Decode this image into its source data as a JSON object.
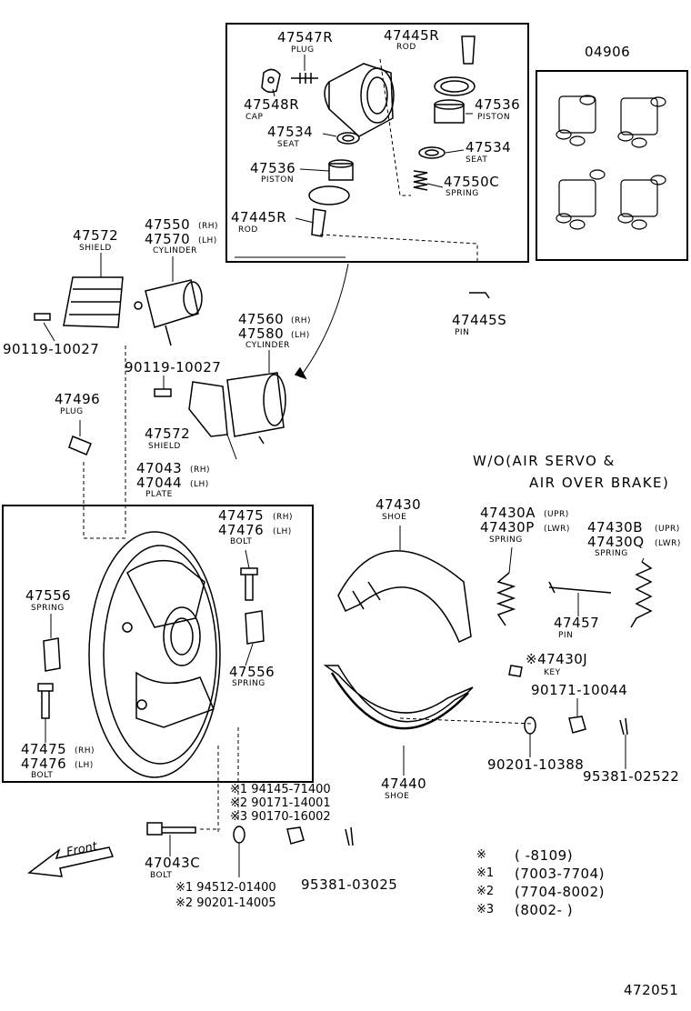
{
  "labels": {
    "p47547R": "47547R",
    "s47547R": "PLUG",
    "p47445R_a": "47445R",
    "s47445R_a": "ROD",
    "p04906": "04906",
    "p47548R": "47548R",
    "s47548R": "CAP",
    "p47536_a": "47536",
    "s47536_a": "PISTON",
    "p47534_a": "47534",
    "s47534_a": "SEAT",
    "p47534_b": "47534",
    "s47534_b": "SEAT",
    "p47536_b": "47536",
    "s47536_b": "PISTON",
    "p47550C": "47550C",
    "s47550C": "SPRING",
    "p47445R_b": "47445R",
    "s47445R_b": "ROD",
    "p47572_a": "47572",
    "s47572_a": "SHIELD",
    "p47550": "47550",
    "r47550": "(RH)",
    "p47570": "47570",
    "r47570": "(LH)",
    "s47570": "CYLINDER",
    "p47445S": "47445S",
    "s47445S": "PIN",
    "p90119_a": "90119-10027",
    "p47560": "47560",
    "r47560": "(RH)",
    "p47580": "47580",
    "r47580": "(LH)",
    "s47580": "CYLINDER",
    "p90119_b": "90119-10027",
    "p47496": "47496",
    "s47496": "PLUG",
    "p47572_b": "47572",
    "s47572_b": "SHIELD",
    "note1": "W/O(AIR SERVO &",
    "note2": "AIR OVER BRAKE)",
    "p47043": "47043",
    "r47043": "(RH)",
    "p47044": "47044",
    "r47044": "(LH)",
    "s47044": "PLATE",
    "p47475_a": "47475",
    "r47475_a": "(RH)",
    "p47476_a": "47476",
    "r47476_a": "(LH)",
    "s47476_a": "BOLT",
    "p47430": "47430",
    "s47430": "SHOE",
    "p47430A": "47430A",
    "r47430A": "(UPR)",
    "p47430P": "47430P",
    "r47430P": "(LWR)",
    "s47430P": "SPRING",
    "p47430B": "47430B",
    "r47430B": "(UPR)",
    "p47430Q": "47430Q",
    "r47430Q": "(LWR)",
    "s47430Q": "SPRING",
    "p47556_a": "47556",
    "s47556_a": "SPRING",
    "p47457": "47457",
    "s47457": "PIN",
    "p47556_b": "47556",
    "s47556_b": "SPRING",
    "p47430J": "※47430J",
    "s47430J": "KEY",
    "p90171_a": "90171-10044",
    "p47475_b": "47475",
    "r47475_b": "(RH)",
    "p47476_b": "47476",
    "r47476_b": "(LH)",
    "s47476_b": "BOLT",
    "p90201_a": "90201-10388",
    "p95381_a": "95381-02522",
    "p47440": "47440",
    "s47440": "SHOE",
    "p94145": "※1 94145-71400",
    "p90171_b": "※2 90171-14001",
    "p90170": "※3 90170-16002",
    "front": "Front",
    "p47043C": "47043C",
    "s47043C": "BOLT",
    "p94512": "※1 94512-01400",
    "p90201_b": "※2 90201-14005",
    "p95381_b": "95381-03025",
    "fig": "472051"
  },
  "legend": [
    {
      "mark": "※",
      "range": "(     -8109)"
    },
    {
      "mark": "※1",
      "range": "(7003-7704)"
    },
    {
      "mark": "※2",
      "range": "(7704-8002)"
    },
    {
      "mark": "※3",
      "range": "(8002-     )"
    }
  ]
}
